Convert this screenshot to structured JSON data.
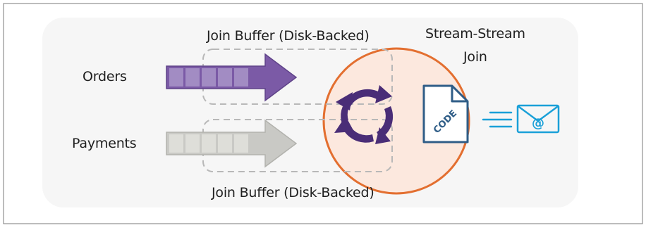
{
  "title": "Stream-Stream Join",
  "title_lines": [
    "Stream-Stream",
    "Join"
  ],
  "streams": [
    {
      "label": "Orders",
      "color": "#7b5aa6",
      "color_light": "#a28cc3"
    },
    {
      "label": "Payments",
      "color": "#c9c9c5",
      "color_light": "#deded9"
    }
  ],
  "buffers": [
    {
      "label": "Join Buffer (Disk-Backed)"
    },
    {
      "label": "Join Buffer (Disk-Backed)"
    }
  ],
  "processor": {
    "code_label": "CODE",
    "circle_color": "#e36f30",
    "circle_fill": "#fce8de",
    "arrows_color": "#4a2d77"
  },
  "output": {
    "icon": "email-icon",
    "symbol": "@",
    "color": "#1aa0d8"
  },
  "colors": {
    "frame": "#7a7a7a",
    "dashed": "#b8b8b8",
    "document": "#2f5d87"
  }
}
